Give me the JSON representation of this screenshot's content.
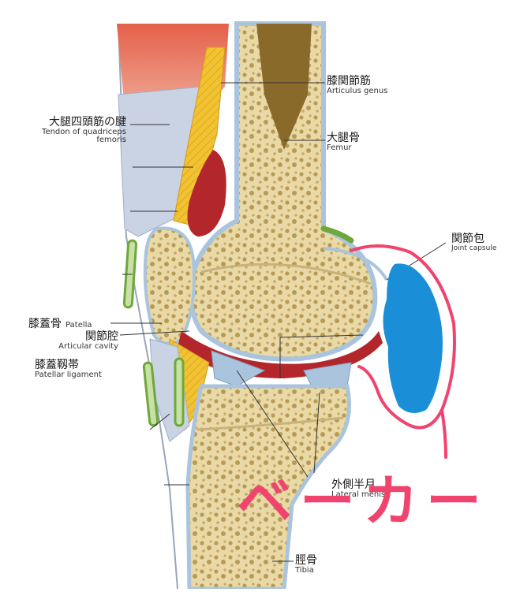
{
  "labels": {
    "articulus_genus": {
      "jp": "膝関節筋",
      "en": "Articulus genus"
    },
    "femur": {
      "jp": "大腿骨",
      "en": "Femur"
    },
    "quadriceps_tendon": {
      "jp": "大腿四頭筋の腱",
      "en_line1": "Tendon of quadriceps",
      "en_line2": "femoris"
    },
    "joint_capsule": {
      "jp": "関節包",
      "en": "Joint capsule"
    },
    "patella": {
      "jp": "膝蓋骨",
      "en": "Patella"
    },
    "articular_cavity": {
      "jp": "関節腔",
      "en": "Articular cavity"
    },
    "patellar_ligament": {
      "jp": "膝蓋靱帯",
      "en": "Patellar ligament"
    },
    "lateral_meniscus": {
      "jp": "外側半月",
      "en": "Lateral menis"
    },
    "tibia": {
      "jp": "脛骨",
      "en": "Tibia"
    }
  },
  "annotation": {
    "text": "ベーカー"
  },
  "colors": {
    "bone": "#e9d9a6",
    "bone_dark": "#b79a55",
    "muscle": "#e4604a",
    "tendon": "#c9d3e4",
    "fat": "#f1c232",
    "synovial_red": "#b3262b",
    "cartilage": "#a9c4dc",
    "ligament_green": "#6ea83a",
    "cyst_blue": "#1a8fd8",
    "annotation_pink": "#f0446f"
  }
}
